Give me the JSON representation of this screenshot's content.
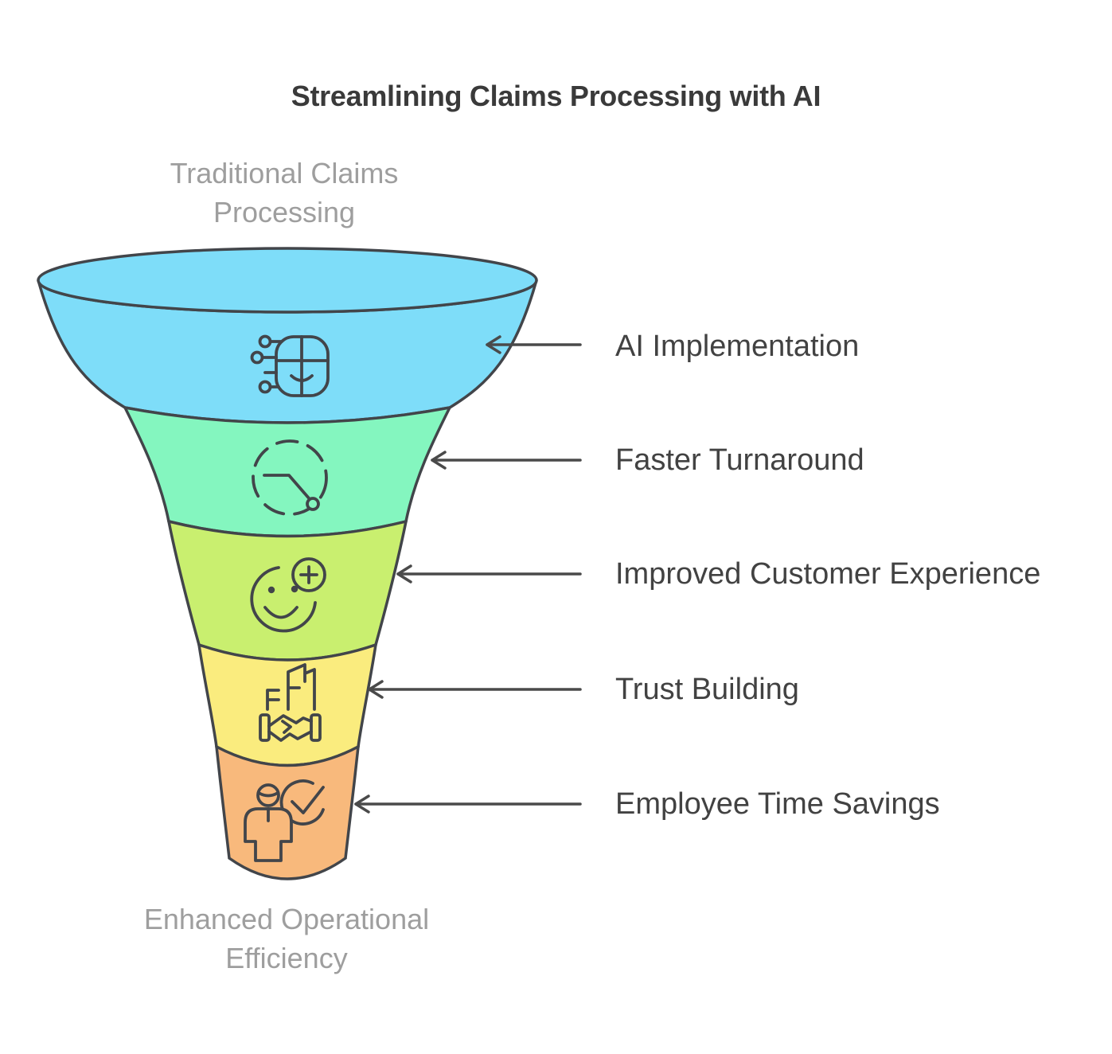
{
  "title": "Streamlining Claims Processing with AI",
  "funnel_top_label": "Traditional Claims Processing",
  "funnel_bottom_label": "Enhanced Operational Efficiency",
  "funnel": {
    "outline_color": "#42454a",
    "arrow_color": "#4a4a4a",
    "stages": [
      {
        "label": "AI Implementation",
        "color": "#7EDDF9",
        "icon": "ai-circuit-brain-icon"
      },
      {
        "label": "Faster Turnaround",
        "color": "#84F6BF",
        "icon": "clock-icon"
      },
      {
        "label": "Improved Customer Experience",
        "color": "#C9EF6F",
        "icon": "smiley-plus-icon"
      },
      {
        "label": "Trust Building",
        "color": "#FAEC7E",
        "icon": "building-handshake-icon"
      },
      {
        "label": "Employee Time Savings",
        "color": "#F8B97C",
        "icon": "person-check-icon"
      }
    ]
  },
  "text_colors": {
    "title": "#3a3a3a",
    "stage_labels": "#424242",
    "muted": "#9e9e9e"
  }
}
